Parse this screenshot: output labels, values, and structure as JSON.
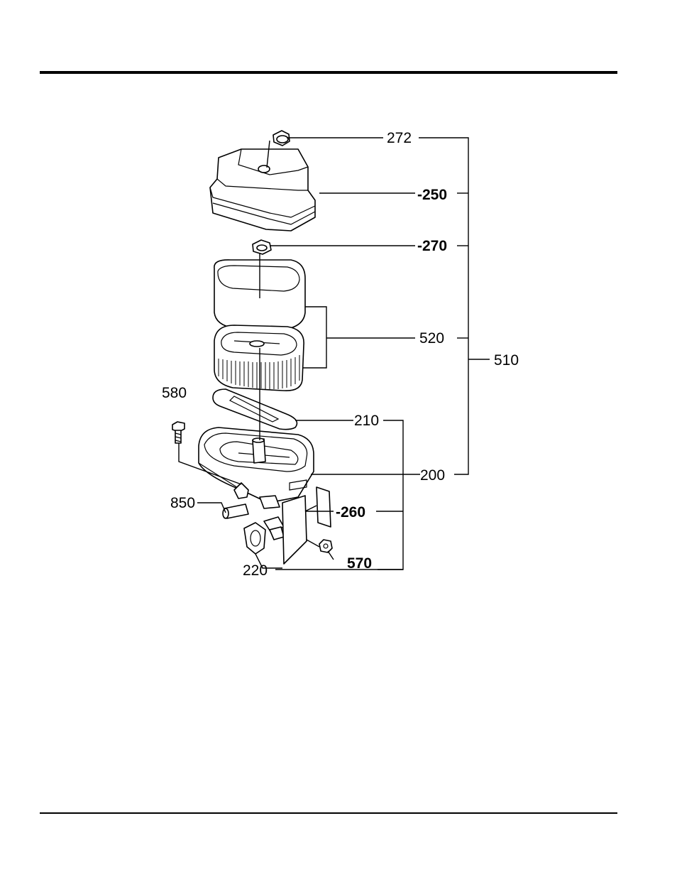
{
  "diagram": {
    "part_labels": {
      "p272": "272",
      "p250": "-250",
      "p270": "-270",
      "p520": "520",
      "p510": "510",
      "p580": "580",
      "p210": "210",
      "p200": "200",
      "p850": "850",
      "p260": "-260",
      "p220": "220",
      "p570": "570"
    }
  }
}
